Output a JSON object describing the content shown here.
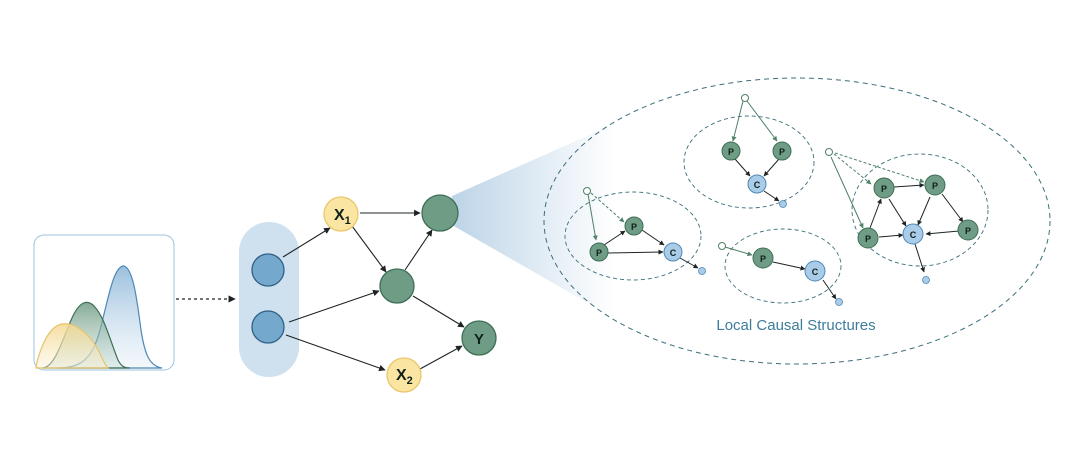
{
  "main_graph": {
    "x1_label": "X",
    "x1_sub": "1",
    "x2_label": "X",
    "x2_sub": "2",
    "y_label": "Y"
  },
  "local_structures": {
    "caption": "Local Causal Structures",
    "parent_label": "P",
    "child_label": "C"
  },
  "colors": {
    "blue_node": "#74a8cc",
    "green_node": "#6f9c84",
    "yellow_node": "#fbe5a3",
    "light_blue_node": "#a9cce8",
    "dashed_outline": "#3b6e7a"
  }
}
